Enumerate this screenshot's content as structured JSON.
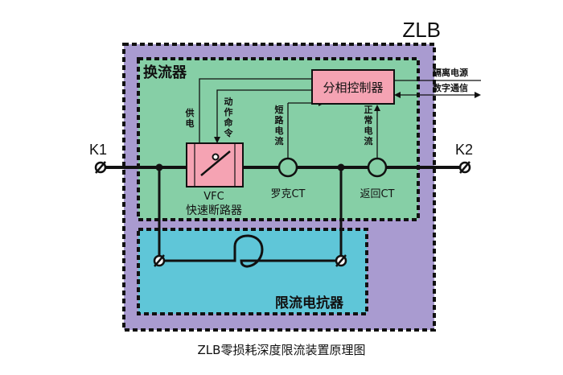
{
  "title": "ZLB",
  "terminals": {
    "left": "K1",
    "right": "K2"
  },
  "converter": {
    "title": "换流器"
  },
  "controller": {
    "label": "分相控制器"
  },
  "external_links": {
    "isolated_power": "隔离电源",
    "digital_comm": "数字通信"
  },
  "signals": {
    "power_supply": [
      "供",
      "电"
    ],
    "action_command": [
      "动",
      "作",
      "命",
      "令"
    ],
    "short_circuit_current": [
      "短",
      "路",
      "电",
      "流"
    ],
    "normal_current": [
      "正",
      "常",
      "电",
      "流"
    ]
  },
  "vfc": {
    "name": "VFC",
    "subtitle": "快速断路器"
  },
  "rogowski_ct": {
    "label": "罗克CT"
  },
  "return_ct": {
    "label": "返回CT"
  },
  "reactor": {
    "title": "限流电抗器"
  },
  "caption": "ZLB零损耗深度限流装置原理图",
  "colors": {
    "outer_fill": "#a99bd0",
    "converter_fill": "#86cfa6",
    "reactor_fill": "#5fc6d8",
    "controller_fill": "#f5a3b3",
    "vfc_fill": "#f5a3b3"
  }
}
